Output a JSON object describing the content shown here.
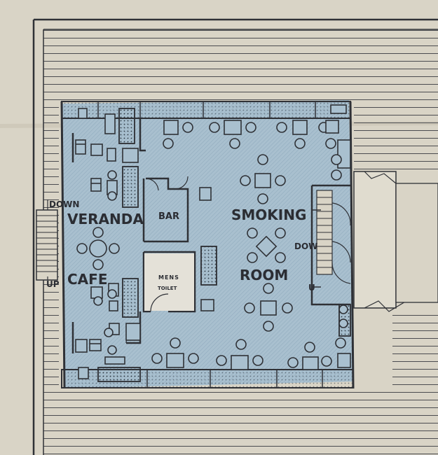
{
  "labels": {
    "down_left": "DOWN",
    "veranda": "VERANDA",
    "cafe": "CAFE",
    "up_left": "UP",
    "bar": "BAR",
    "mens": "MENS",
    "toilet": "TOILET",
    "smoking": "SMOKING",
    "room": "ROOM",
    "down_right": "DOW",
    "up_right": "U"
  },
  "colors": {
    "paper": "#d9d4c6",
    "room_fill": "#a9c0cf",
    "hatch": "#8faabc",
    "line": "#33363d",
    "toilet_fill": "#e4e1d8"
  },
  "icons": {
    "table": "square-table-with-chairs",
    "sofa": "settee",
    "armchair": "armchair"
  }
}
